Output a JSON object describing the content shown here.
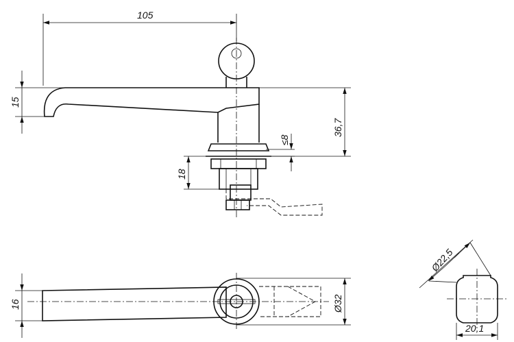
{
  "drawing": {
    "dimensions": {
      "overall_length": "105",
      "handle_height": "15",
      "body_height": "36,7",
      "max_panel_thickness": "≤8",
      "thread_length": "18",
      "lever_width": "16",
      "rosette_diameter": "Ø32",
      "octagon_across_corners": "Ø22,5",
      "octagon_across_flats": "20,1"
    }
  }
}
